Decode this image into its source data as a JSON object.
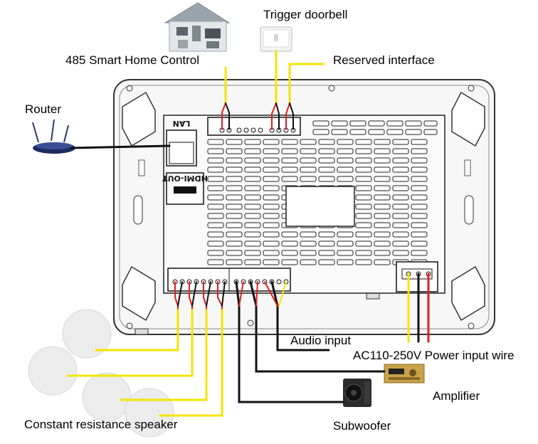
{
  "labels": {
    "smart_home": "485 Smart Home Control",
    "doorbell": "Trigger doorbell",
    "reserved": "Reserved interface",
    "router": "Router",
    "audio_input": "Audio input",
    "power": "AC110-250V Power input wire",
    "amplifier": "Amplifier",
    "subwoofer": "Subwoofer",
    "speaker": "Constant resistance speaker"
  },
  "panel": {
    "lan": "LAN",
    "hdmi": "HDMI-OUT"
  },
  "colors": {
    "yellow": "#f5e300",
    "red": "#e02020",
    "black": "#111111",
    "panel_outline": "#333333"
  }
}
